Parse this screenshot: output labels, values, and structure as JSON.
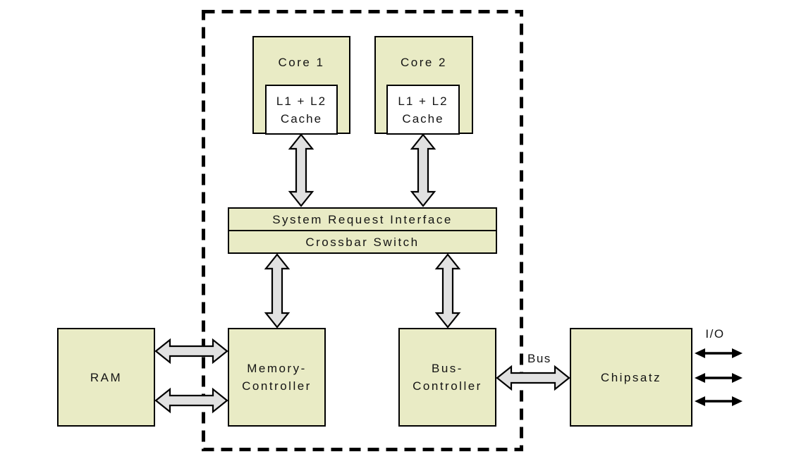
{
  "blocks": {
    "core1": "Core 1",
    "core2": "Core 2",
    "cache1": "L1 + L2\nCache",
    "cache2": "L1 + L2\nCache",
    "system_request_interface": "System Request Interface",
    "crossbar_switch": "Crossbar Switch",
    "ram": "RAM",
    "memory_controller": "Memory-\nController",
    "bus_controller": "Bus-\nController",
    "chipset": "Chipsatz"
  },
  "labels": {
    "bus": "Bus",
    "io": "I/O"
  },
  "colors": {
    "block_fill": "#e9ebc5",
    "cache_fill": "#ffffff",
    "arrow_fill": "#e1e1e1",
    "line": "#000000"
  }
}
